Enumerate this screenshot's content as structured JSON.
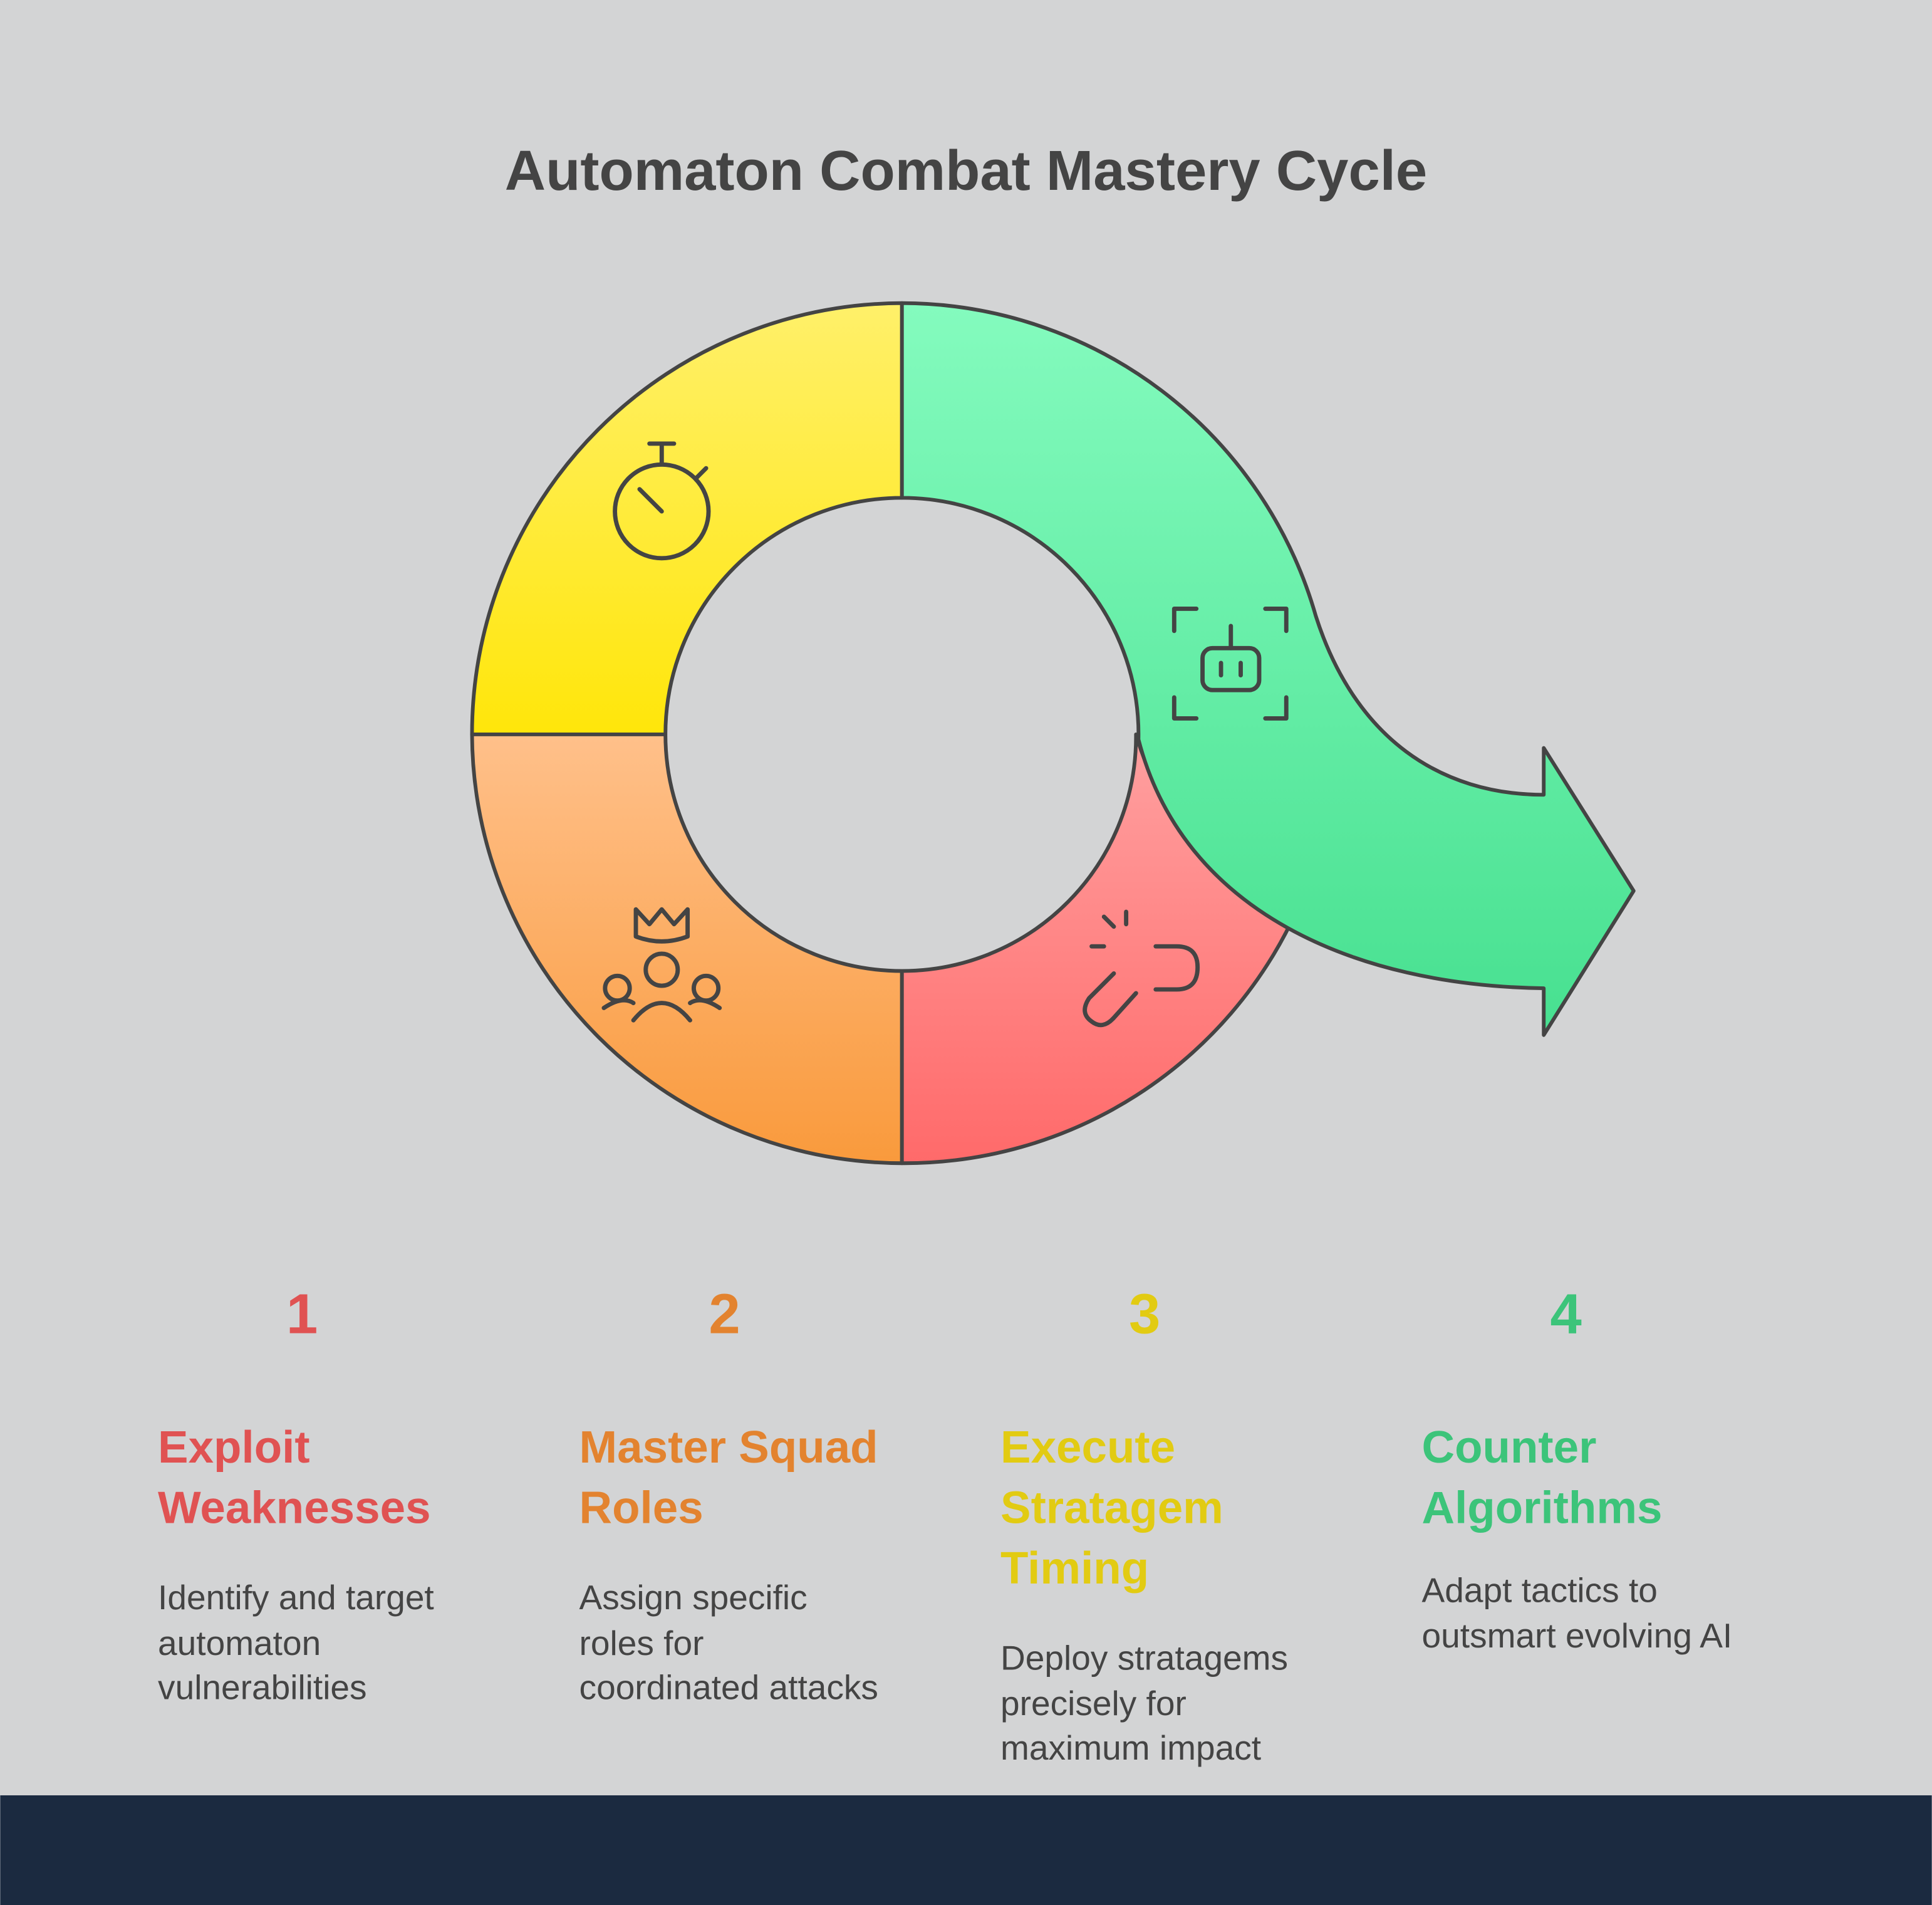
{
  "title": "Automaton Combat Mastery Cycle",
  "colors": {
    "red": "#e05252",
    "orange": "#e3832f",
    "yellow": "#e2cb12",
    "green": "#3cc47a",
    "footer": "#1b2a40",
    "background": "#d3d4d5"
  },
  "steps": [
    {
      "number": "1",
      "title": [
        "Exploit",
        "Weaknesses"
      ],
      "description": [
        "Identify and target",
        "automaton",
        "vulnerabilities"
      ],
      "icon": "broken-link-icon"
    },
    {
      "number": "2",
      "title": [
        "Master Squad",
        "Roles"
      ],
      "description": [
        "Assign specific",
        "roles for",
        "coordinated attacks"
      ],
      "icon": "team-leader-crown-icon"
    },
    {
      "number": "3",
      "title": [
        "Execute",
        "Stratagem",
        "Timing"
      ],
      "description": [
        "Deploy stratagems",
        "precisely for",
        "maximum impact"
      ],
      "icon": "stopwatch-icon"
    },
    {
      "number": "4",
      "title": [
        "Counter",
        "Algorithms"
      ],
      "description": [
        "Adapt tactics to",
        "outsmart evolving AI"
      ],
      "icon": "robot-scan-icon"
    }
  ]
}
